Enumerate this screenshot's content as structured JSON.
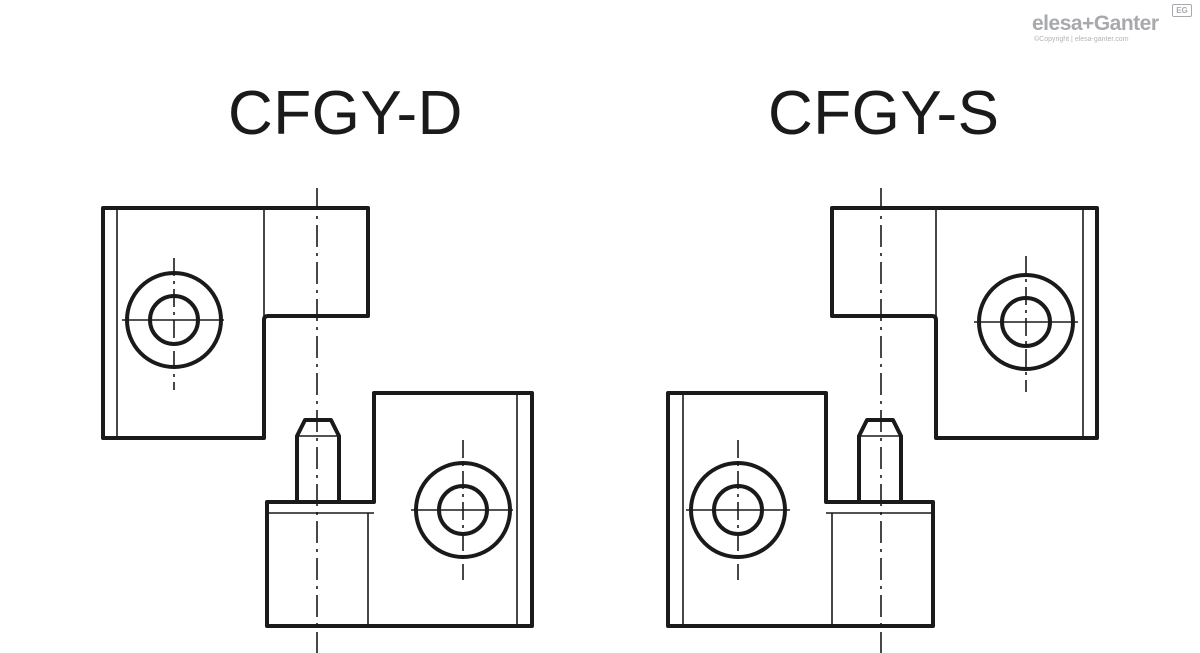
{
  "logo": {
    "brand": "elesa+Ganter",
    "copyright": "©Copyright | elesa-ganter.com",
    "badge": "EG"
  },
  "views": [
    {
      "label": "CFGY-D"
    },
    {
      "label": "CFGY-S"
    }
  ],
  "colors": {
    "line": "#1a1a1a",
    "logo": "#a7a9ac",
    "background": "#ffffff"
  }
}
